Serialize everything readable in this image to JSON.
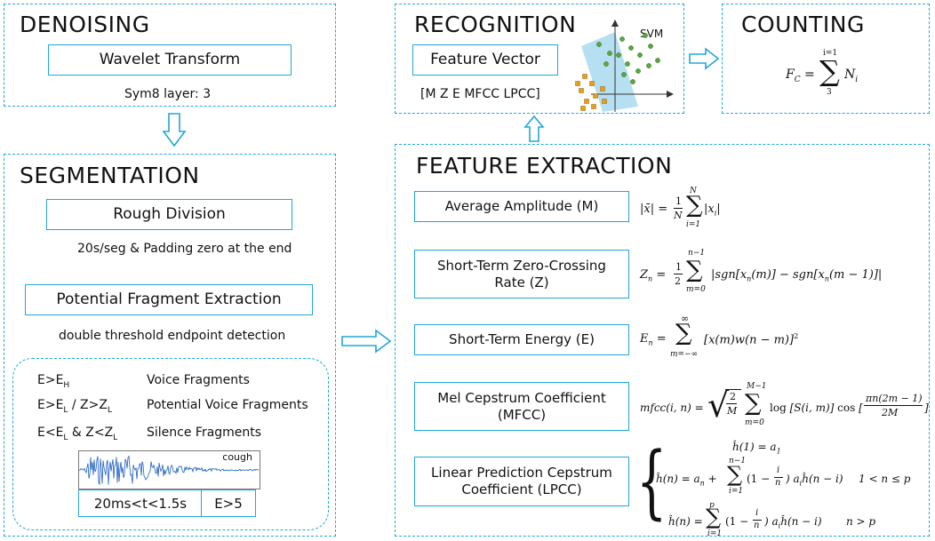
{
  "denoising": {
    "title": "DENOISING",
    "method": "Wavelet Transform",
    "params": "Sym8 layer: 3"
  },
  "recognition": {
    "title": "RECOGNITION",
    "feature_vector": "Feature Vector",
    "features": "[M Z E MFCC LPCC]",
    "svm_label": "SVM"
  },
  "counting": {
    "title": "COUNTING"
  },
  "segmentation": {
    "title": "SEGMENTATION",
    "rough_division": "Rough Division",
    "rough_desc": "20s/seg & Padding zero at the end",
    "potential": "Potential Fragment Extraction",
    "potential_desc": "double threshold endpoint detection",
    "rules": [
      {
        "condition": "E>EH",
        "label": "Voice Fragments"
      },
      {
        "condition": "E>EL / Z>ZL",
        "label": "Potential Voice Fragments"
      },
      {
        "condition": "E<EL & Z<ZL",
        "label": "Silence Fragments"
      }
    ],
    "waveform_label": "cough",
    "duration_rule": "20ms<t<1.5s",
    "energy_rule": "E>5"
  },
  "feature_extraction": {
    "title": "FEATURE EXTRACTION",
    "features": [
      {
        "name": "Average Amplitude (M)"
      },
      {
        "name": "Short-Term Zero-Crossing Rate (Z)"
      },
      {
        "name": "Short-Term Energy (E)"
      },
      {
        "name": "Mel Cepstrum Coefficient (MFCC)"
      },
      {
        "name": "Linear Prediction Cepstrum Coefficient (LPCC)"
      }
    ]
  },
  "colors": {
    "accent": "#22a6d6",
    "svm_plane": "#a9dbee",
    "class_a": "#5aa83c",
    "class_b": "#e6a019"
  }
}
